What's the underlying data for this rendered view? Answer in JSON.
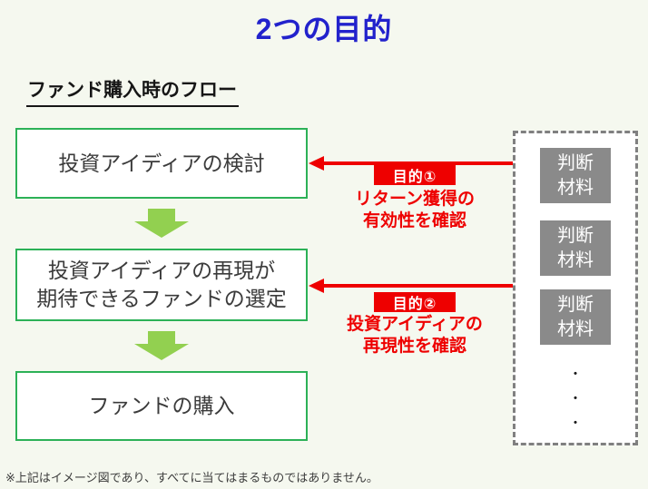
{
  "page": {
    "title": "2つの目的",
    "section_heading": "ファンド購入時のフロー",
    "footnote": "※上記はイメージ図であり、すべてに当てはまるものではありません。"
  },
  "flow": {
    "steps": [
      {
        "label": "投資アイディアの検討"
      },
      {
        "label": "投資アイディアの再現が\n期待できるファンドの選定"
      },
      {
        "label": "ファンドの購入"
      }
    ]
  },
  "purposes": [
    {
      "badge": "目的①",
      "description": "リターン獲得の\n有効性を確認"
    },
    {
      "badge": "目的②",
      "description": "投資アイディアの\n再現性を確認"
    }
  ],
  "materials": {
    "items": [
      {
        "label": "判断\n材料"
      },
      {
        "label": "判断\n材料"
      },
      {
        "label": "判断\n材料"
      }
    ],
    "ellipsis": "・\n・\n・"
  },
  "colors": {
    "background": "#F5F8EF",
    "title_blue": "#2222CC",
    "accent_red": "#EE0000",
    "box_border_green": "#2CB157",
    "arrow_green": "#92D050",
    "material_gray": "#8A8A8A",
    "dashed_border_gray": "#808080"
  }
}
